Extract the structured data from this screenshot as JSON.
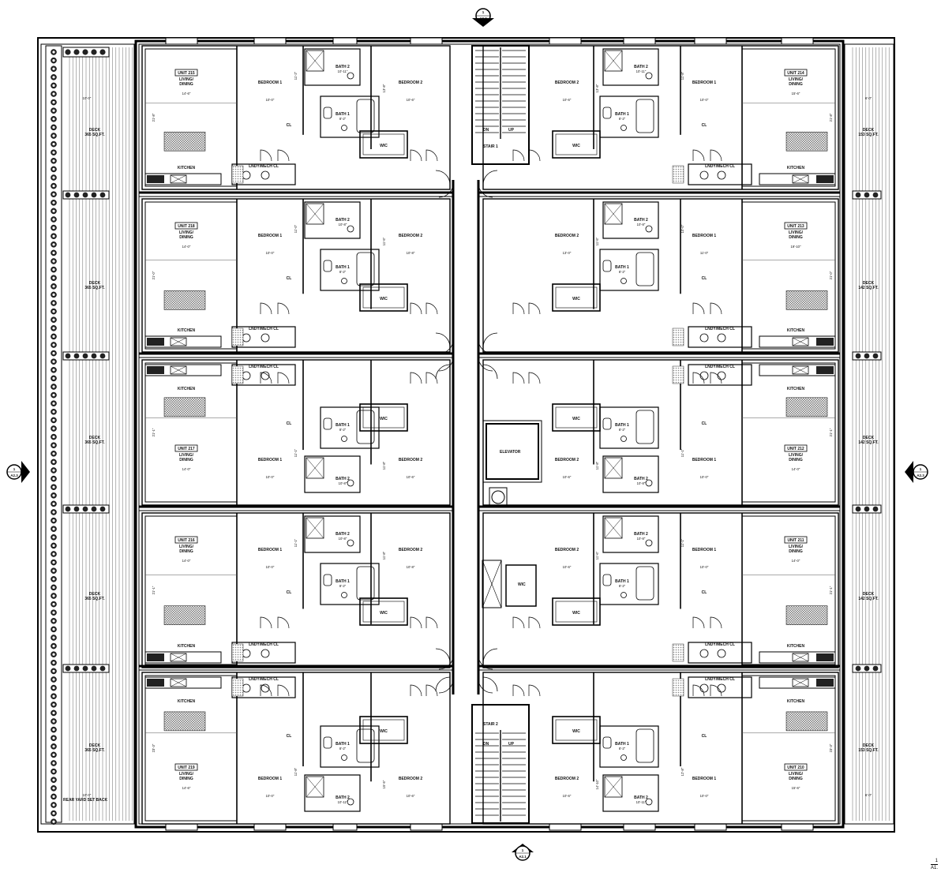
{
  "section_markers": {
    "top": {
      "number": "1",
      "sheet": "A2.2"
    },
    "bottom": {
      "number": "1",
      "sheet": "A2.1"
    },
    "left": {
      "number": "1",
      "sheet": "A2.3"
    },
    "right": {
      "number": "1",
      "sheet": "A2.3"
    }
  },
  "corner_tag": {
    "number": "1",
    "sheet": "A1."
  },
  "decks": {
    "west": [
      {
        "label": "DECK",
        "area": "365 SQ.FT."
      },
      {
        "label": "DECK",
        "area": "365 SQ.FT."
      },
      {
        "label": "DECK",
        "area": "365 SQ.FT."
      },
      {
        "label": "DECK",
        "area": "365 SQ.FT."
      },
      {
        "label": "DECK",
        "area": "365 SQ.FT."
      }
    ],
    "east": [
      {
        "label": "DECK",
        "area": "153 SQ.FT."
      },
      {
        "label": "DECK",
        "area": "142 SQ.FT."
      },
      {
        "label": "DECK",
        "area": "142 SQ.FT."
      },
      {
        "label": "DECK",
        "area": "142 SQ.FT."
      },
      {
        "label": "DECK",
        "area": "153 SQ.FT."
      }
    ],
    "west_dims": {
      "top": "10'-0\"",
      "bottom": "10'-0\""
    },
    "east_dims": {
      "top": "6'-0\"",
      "bottom": "6'-0\""
    },
    "setback": "REAR YARD SET BACK"
  },
  "core": {
    "stair1": "STAIR 1",
    "stair2": "STAIR 2",
    "elevator": "ELEVATOR",
    "dn": "DN",
    "up": "UP",
    "wic": "WIC"
  },
  "units": [
    {
      "name": "UNIT 215",
      "living": "LIVING/",
      "dining": "DINING",
      "living_dim": "14'-6\"",
      "kitchen": "KITCHEN",
      "bed1": "BEDROOM 1",
      "bed1_dim": "10'-0\"",
      "bed2": "BEDROOM 2",
      "bed2_dim": "10'-6\"",
      "bath1": "BATH 1",
      "bath1_dim": "8'-2\"",
      "bath2": "BATH 2",
      "bath2_dim": "10'-11\"",
      "laundry": "LNDY/MECH CL",
      "wic": "WIC",
      "cl": "CL",
      "depth": "21'-8\"",
      "bed1_depth": "11'-2\"",
      "bed2_depth": "13'-8\""
    },
    {
      "name": "UNIT 214",
      "living": "LIVING/",
      "dining": "DINING",
      "living_dim": "15'-6\"",
      "kitchen": "KITCHEN",
      "bed1": "BEDROOM 1",
      "bed1_dim": "10'-0\"",
      "bed2": "BEDROOM 2",
      "bed2_dim": "10'-6\"",
      "bath1": "BATH 1",
      "bath1_dim": "8'-2\"",
      "bath2": "BATH 2",
      "bath2_dim": "10'-11\"",
      "laundry": "LNDY/MECH CL",
      "wic": "WIC",
      "cl": "CL",
      "depth": "21'-8\"",
      "bed1_depth": "11'-8\"",
      "bed2_depth": "13'-8\""
    },
    {
      "name": "UNIT 218",
      "living": "LIVING/",
      "dining": "DINING",
      "living_dim": "14'-0\"",
      "kitchen": "KITCHEN",
      "bed1": "BEDROOM 1",
      "bed1_dim": "10'-0\"",
      "bed2": "BEDROOM 2",
      "bed2_dim": "10'-8\"",
      "bath1": "BATH 1",
      "bath1_dim": "8'-2\"",
      "bath2": "BATH 2",
      "bath2_dim": "10'-8\"",
      "laundry": "LNDY/MECH CL",
      "wic": "WIC",
      "cl": "CL",
      "depth": "21'-0\"",
      "bed1_depth": "11'-0\"",
      "bed2_depth": "11'-5\""
    },
    {
      "name": "UNIT 213",
      "living": "LIVING/",
      "dining": "DINING",
      "living_dim": "19'-10\"",
      "kitchen": "KITCHEN",
      "bed1": "BEDROOM 1",
      "bed1_dim": "11'-0\"",
      "bed2": "BEDROOM 2",
      "bed2_dim": "13'-0\"",
      "bath1": "BATH 1",
      "bath1_dim": "8'-2\"",
      "bath2": "BATH 2",
      "bath2_dim": "10'-8\"",
      "laundry": "LNDY/MECH CL",
      "wic": "WIC",
      "cl": "CL",
      "depth": "21'-0\"",
      "bed1_depth": "10'-0\"",
      "bed2_depth": "11'-5\""
    },
    {
      "name": "UNIT 217",
      "living": "LIVING/",
      "dining": "DINING",
      "living_dim": "14'-0\"",
      "kitchen": "KITCHEN",
      "bed1": "BEDROOM 1",
      "bed1_dim": "10'-0\"",
      "bed2": "BEDROOM 2",
      "bed2_dim": "10'-6\"",
      "bath1": "BATH 1",
      "bath1_dim": "8'-2\"",
      "bath2": "BATH 2",
      "bath2_dim": "10'-8\"",
      "laundry": "LNDY/MECH CL",
      "wic": "WIC",
      "cl": "CL",
      "depth": "21'-1\"",
      "bed1_depth": "11'-1\"",
      "bed2_depth": "11'-8\""
    },
    {
      "name": "UNIT 212",
      "living": "LIVING/",
      "dining": "DINING",
      "living_dim": "14'-0\"",
      "kitchen": "KITCHEN",
      "bed1": "BEDROOM 1",
      "bed1_dim": "10'-0\"",
      "bed2": "BEDROOM 2",
      "bed2_dim": "10'-6\"",
      "bath1": "BATH 1",
      "bath1_dim": "8'-2\"",
      "bath2": "BATH 2",
      "bath2_dim": "10'-8\"",
      "laundry": "LNDY/MECH CL",
      "wic": "WIC",
      "cl": "CL",
      "depth": "21'-1\"",
      "bed1_depth": "11'-1\"",
      "bed2_depth": "11'-8\""
    },
    {
      "name": "UNIT 216",
      "living": "LIVING/",
      "dining": "DINING",
      "living_dim": "14'-0\"",
      "kitchen": "KITCHEN",
      "bed1": "BEDROOM 1",
      "bed1_dim": "10'-0\"",
      "bed2": "BEDROOM 2",
      "bed2_dim": "10'-8\"",
      "bath1": "BATH 1",
      "bath1_dim": "8'-2\"",
      "bath2": "BATH 2",
      "bath2_dim": "10'-8\"",
      "laundry": "LNDY/MECH CL",
      "wic": "WIC",
      "cl": "CL",
      "depth": "21'-1\"",
      "bed1_depth": "11'-1\"",
      "bed2_depth": "11'-8\""
    },
    {
      "name": "UNIT 211",
      "living": "LIVING/",
      "dining": "DINING",
      "living_dim": "14'-0\"",
      "kitchen": "KITCHEN",
      "bed1": "BEDROOM 1",
      "bed1_dim": "10'-0\"",
      "bed2": "BEDROOM 2",
      "bed2_dim": "10'-6\"",
      "bath1": "BATH 1",
      "bath1_dim": "8'-2\"",
      "bath2": "BATH 2",
      "bath2_dim": "10'-8\"",
      "laundry": "LNDY/MECH CL",
      "wic": "WIC",
      "cl": "CL",
      "depth": "21'-1\"",
      "bed1_depth": "11'-1\"",
      "bed2_depth": "11'-6\""
    },
    {
      "name": "UNIT 219",
      "living": "LIVING/",
      "dining": "DINING",
      "living_dim": "14'-6\"",
      "kitchen": "KITCHEN",
      "bed1": "BEDROOM 1",
      "bed1_dim": "10'-0\"",
      "bed2": "BEDROOM 2",
      "bed2_dim": "10'-6\"",
      "bath1": "BATH 1",
      "bath1_dim": "8'-2\"",
      "bath2": "BATH 2",
      "bath2_dim": "10'-11\"",
      "laundry": "LNDY/MECH CL",
      "wic": "WIC",
      "cl": "CL",
      "depth": "23'-3\"",
      "bed1_depth": "11'-8\"",
      "bed2_depth": "15'-5\""
    },
    {
      "name": "UNIT 210",
      "living": "LIVING/",
      "dining": "DINING",
      "living_dim": "15'-6\"",
      "kitchen": "KITCHEN",
      "bed1": "BEDROOM 1",
      "bed1_dim": "10'-0\"",
      "bed2": "BEDROOM 2",
      "bed2_dim": "10'-6\"",
      "bath1": "BATH 1",
      "bath1_dim": "8'-2\"",
      "bath2": "BATH 2",
      "bath2_dim": "10'-11\"",
      "laundry": "LNDY/MECH CL",
      "wic": "WIC",
      "cl": "CL",
      "depth": "23'-3\"",
      "bed1_depth": "12'-8\"",
      "bed2_depth": "14'-10\""
    }
  ]
}
